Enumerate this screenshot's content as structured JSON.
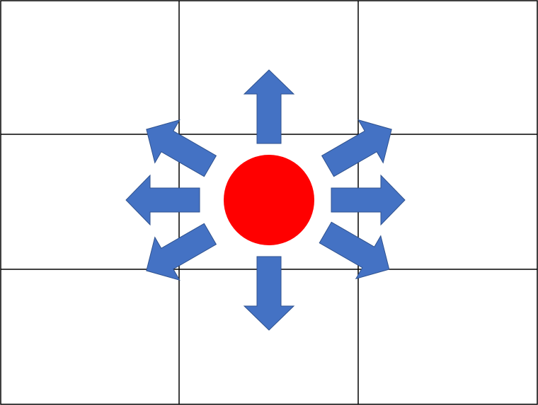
{
  "diagram": {
    "grid": {
      "rows": 3,
      "columns": 3,
      "line_color": "#000000",
      "background": "#ffffff"
    },
    "center_dot": {
      "shape": "circle",
      "color": "#ff0000"
    },
    "arrows": {
      "color": "#4472c4",
      "outline": "#2f528f",
      "count": 8,
      "directions": [
        "up",
        "up-right",
        "right",
        "down-right",
        "down",
        "down-left",
        "left",
        "up-left"
      ]
    }
  }
}
